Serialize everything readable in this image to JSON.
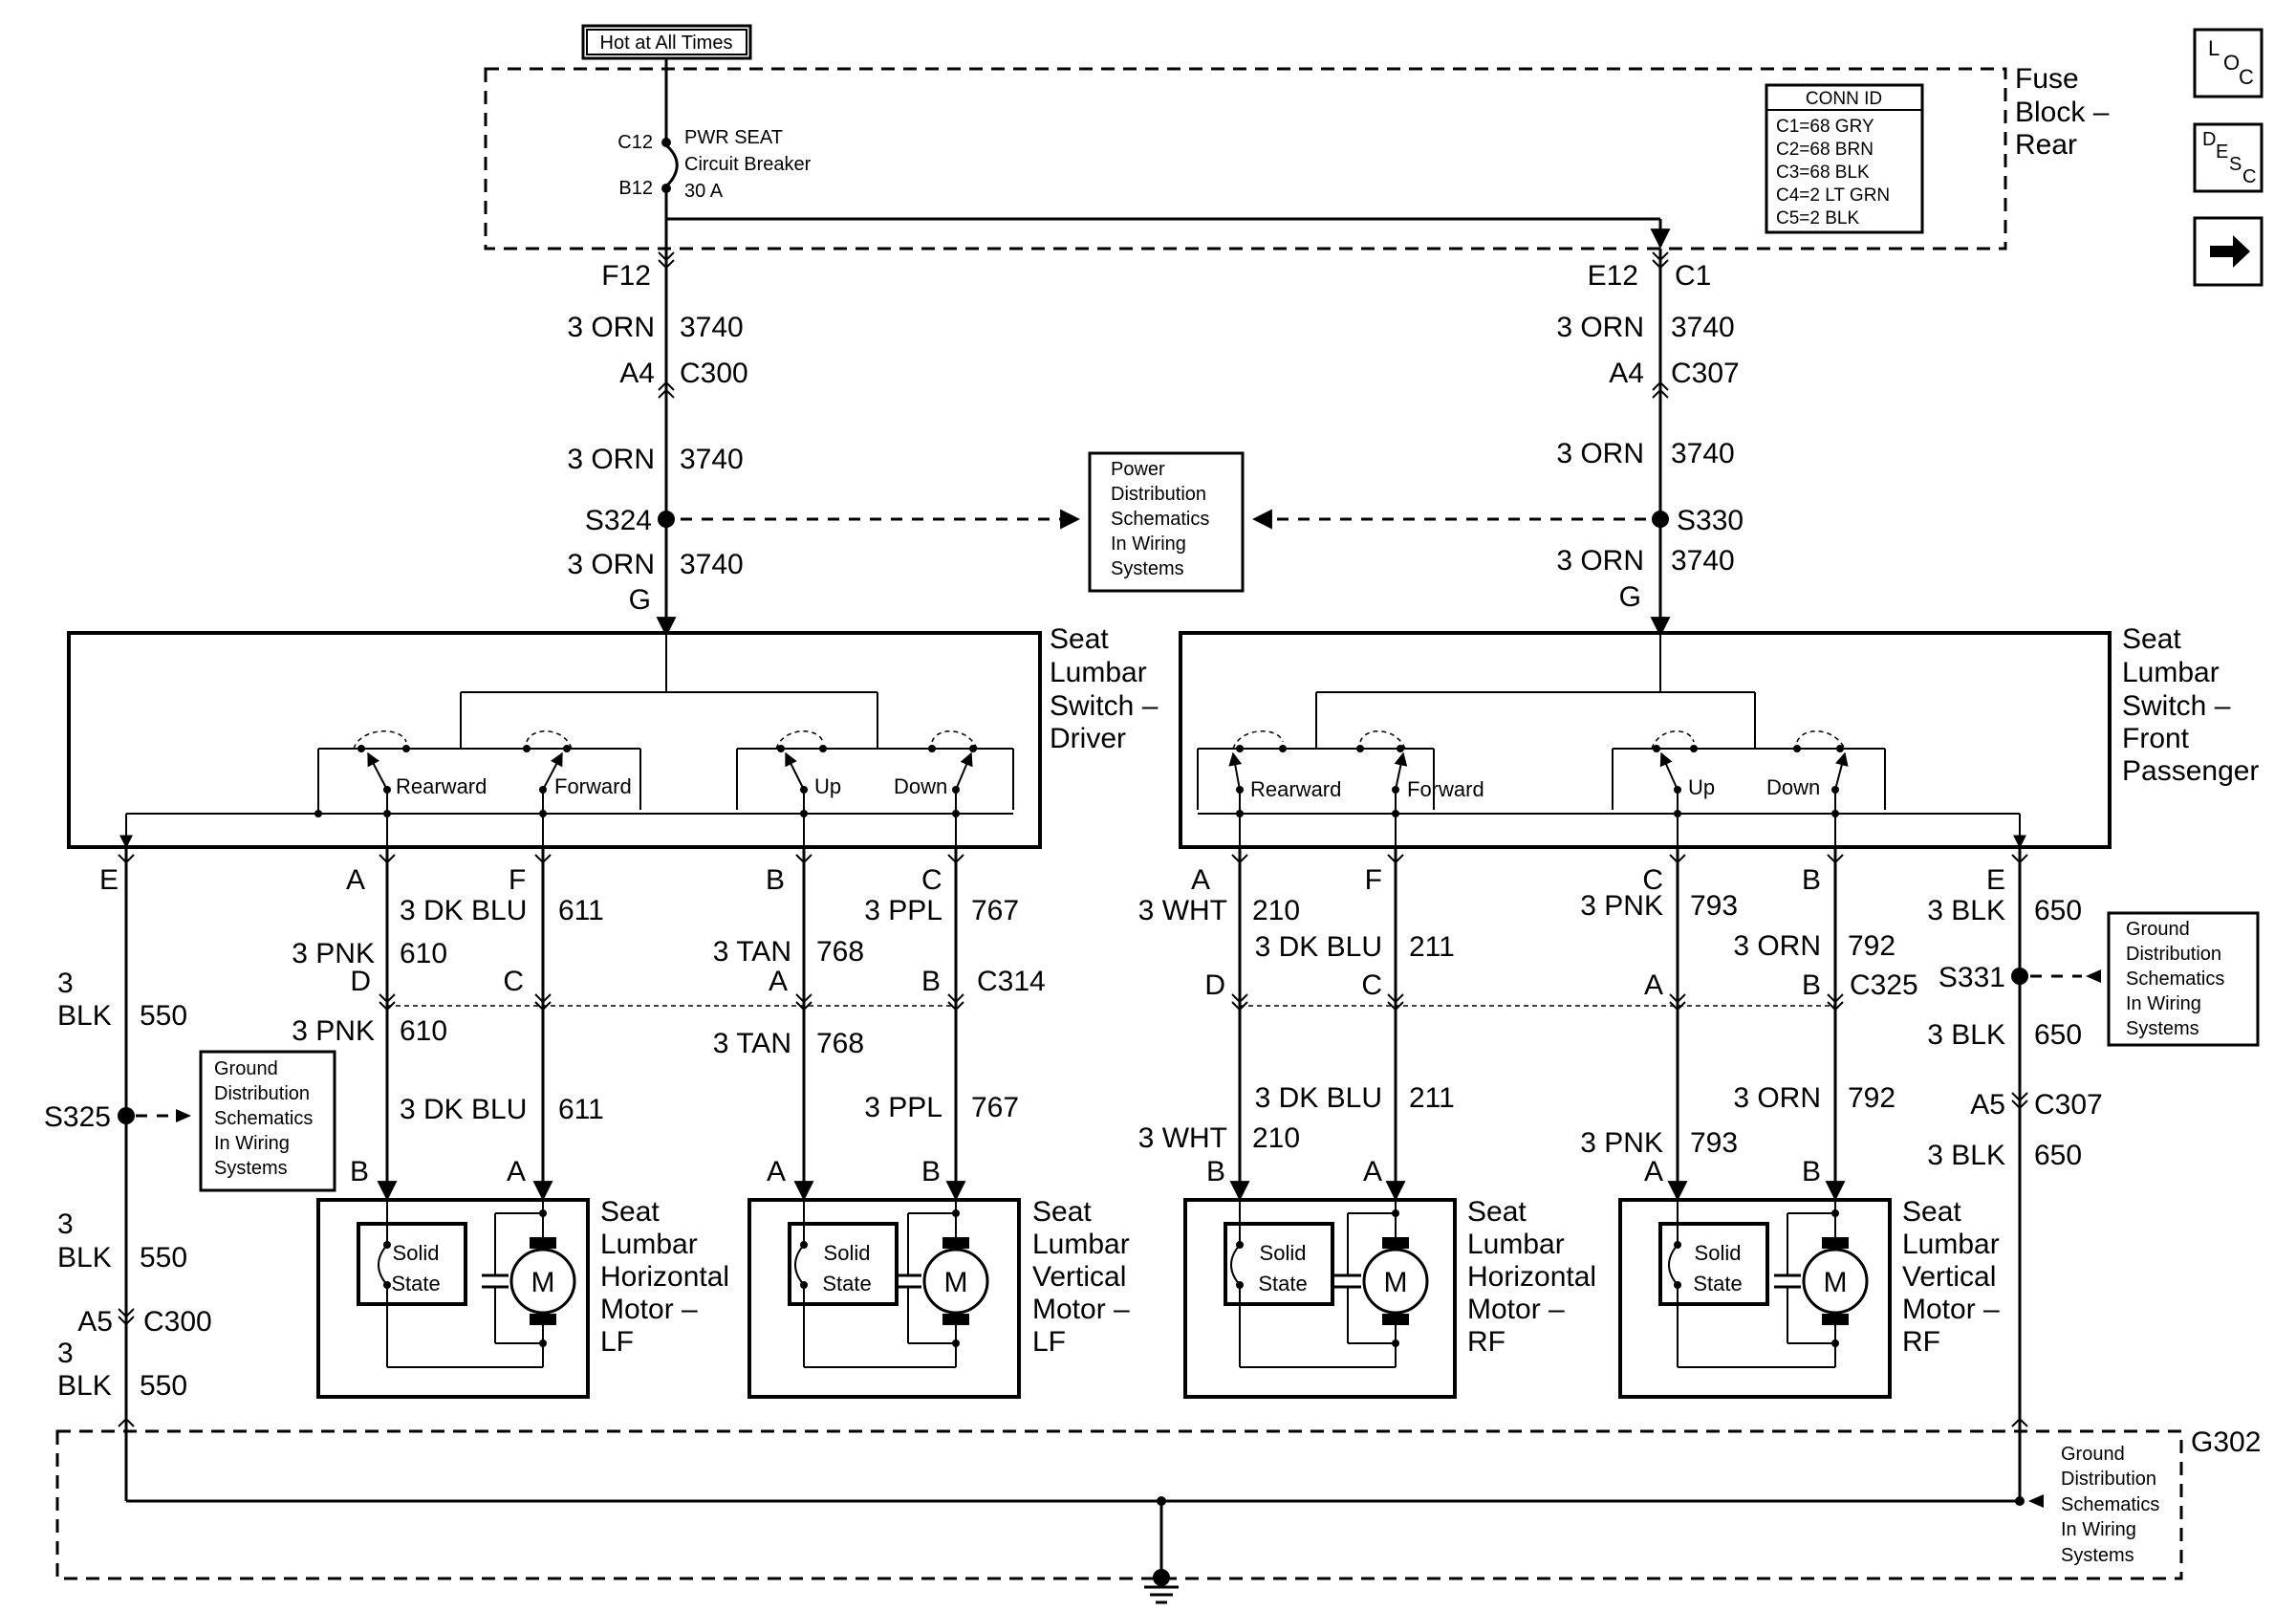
{
  "top_source_label": "Hot at All Times",
  "fuse_block": {
    "title_lines": [
      "Fuse",
      "Block –",
      "Rear"
    ],
    "breaker_pin_in": "C12",
    "breaker_pin_out": "B12",
    "breaker_lines": [
      "PWR SEAT",
      "Circuit Breaker",
      "30 A"
    ],
    "conn_id": {
      "header": "CONN ID",
      "rows": [
        "C1=68 GRY",
        "C2=68 BRN",
        "C3=68 BLK",
        "C4=2 LT GRN",
        "C5=2 BLK"
      ]
    }
  },
  "nav_buttons": {
    "loc": [
      "L",
      "O",
      "C"
    ],
    "desc": [
      "D",
      "E",
      "S",
      "C"
    ],
    "next": "→"
  },
  "left_feed": {
    "pin_top": "F12",
    "wire1": "3 ORN",
    "circ1": "3740",
    "conn_pin": "A4",
    "conn": "C300",
    "wire2": "3 ORN",
    "circ2": "3740",
    "splice": "S324",
    "wire3": "3 ORN",
    "circ3": "3740",
    "switch_pin": "G"
  },
  "right_feed": {
    "pin_top": "E12",
    "conn_top": "C1",
    "wire1": "3 ORN",
    "circ1": "3740",
    "conn_pin": "A4",
    "conn": "C307",
    "wire2": "3 ORN",
    "circ2": "3740",
    "splice": "S330",
    "wire3": "3 ORN",
    "circ3": "3740",
    "switch_pin": "G"
  },
  "power_ref": [
    "Power",
    "Distribution",
    "Schematics",
    "In Wiring",
    "Systems"
  ],
  "ground_ref": [
    "Ground",
    "Distribution",
    "Schematics",
    "In Wiring",
    "Systems"
  ],
  "driver_switch": {
    "title": [
      "Seat",
      "Lumbar",
      "Switch –",
      "Driver"
    ],
    "labels": [
      "Rearward",
      "Forward",
      "Up",
      "Down"
    ]
  },
  "passenger_switch": {
    "title": [
      "Seat",
      "Lumbar",
      "Switch –",
      "Front",
      "Passenger"
    ],
    "labels": [
      "Rearward",
      "Forward",
      "Up",
      "Down"
    ]
  },
  "left_wires": {
    "e_pin": "E",
    "e_wire_a": "3",
    "e_wire_b": "BLK",
    "e_circ": "550",
    "s325": "S325",
    "e_wire2_a": "3",
    "e_wire2_b": "BLK",
    "e_circ2": "550",
    "e_conn_pin": "A5",
    "e_conn": "C300",
    "e_wire3_a": "3",
    "e_wire3_b": "BLK",
    "e_circ3": "550",
    "a_pin": "A",
    "f_pin": "F",
    "b_pin": "B",
    "c_pin": "C",
    "f_wire": "3 DK BLU",
    "f_circ": "611",
    "a_wire": "3 PNK",
    "a_circ": "610",
    "b_wire": "3 TAN",
    "b_circ": "768",
    "c_wire": "3 PPL",
    "c_circ": "767",
    "c314_pins": [
      "D",
      "C",
      "A",
      "B"
    ],
    "c314": "C314",
    "a_wire2": "3 PNK",
    "a_circ2": "610",
    "b_wire2": "3 TAN",
    "b_circ2": "768",
    "f_wire2": "3 DK BLU",
    "f_circ2": "611",
    "c_wire2": "3 PPL",
    "c_circ2": "767",
    "motor_pins": [
      "B",
      "A",
      "A",
      "B"
    ]
  },
  "right_wires": {
    "a_pin": "A",
    "f_pin": "F",
    "c_pin": "C",
    "b_pin": "B",
    "e_pin": "E",
    "a_wire": "3 WHT",
    "a_circ": "210",
    "f_wire": "3 DK BLU",
    "f_circ": "211",
    "c_wire": "3 PNK",
    "c_circ": "793",
    "b_wire": "3 ORN",
    "b_circ": "792",
    "e_wire": "3 BLK",
    "e_circ": "650",
    "c325_pins": [
      "D",
      "C",
      "A",
      "B"
    ],
    "c325": "C325",
    "s331": "S331",
    "e_wire2": "3 BLK",
    "e_circ2": "650",
    "e_conn_pin": "A5",
    "e_conn": "C307",
    "e_wire3": "3 BLK",
    "e_circ3": "650",
    "f_wire2": "3 DK BLU",
    "f_circ2": "211",
    "a_wire2": "3 WHT",
    "a_circ2": "210",
    "b_wire2": "3 ORN",
    "b_circ2": "792",
    "c_wire2": "3 PNK",
    "c_circ2": "793",
    "motor_pins": [
      "B",
      "A",
      "A",
      "B"
    ]
  },
  "motors": [
    {
      "title": [
        "Seat",
        "Lumbar",
        "Horizontal",
        "Motor –",
        "LF"
      ],
      "ss": [
        "Solid",
        "State"
      ],
      "m": "M"
    },
    {
      "title": [
        "Seat",
        "Lumbar",
        "Vertical",
        "Motor –",
        "LF"
      ],
      "ss": [
        "Solid",
        "State"
      ],
      "m": "M"
    },
    {
      "title": [
        "Seat",
        "Lumbar",
        "Horizontal",
        "Motor –",
        "RF"
      ],
      "ss": [
        "Solid",
        "State"
      ],
      "m": "M"
    },
    {
      "title": [
        "Seat",
        "Lumbar",
        "Vertical",
        "Motor –",
        "RF"
      ],
      "ss": [
        "Solid",
        "State"
      ],
      "m": "M"
    }
  ],
  "ground": {
    "label": "G302"
  }
}
